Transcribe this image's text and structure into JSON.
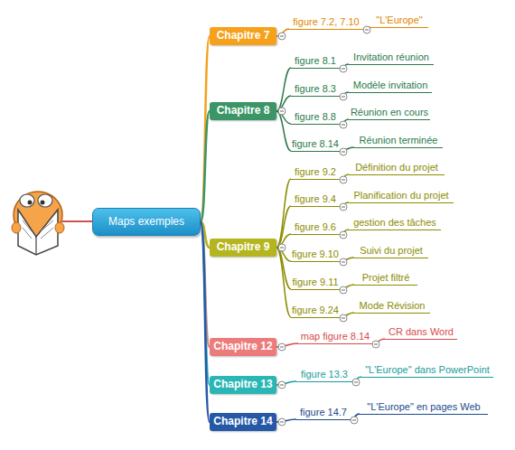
{
  "diagram": {
    "nodes": [
      {
        "text": [
          "Maps exemples"
        ]
      },
      {
        "text": [
          "Chapitre 7"
        ]
      },
      {
        "text": [
          "figure 7.2, 7.10"
        ]
      },
      {
        "text": [
          "\"L'Europe\""
        ]
      },
      {
        "text": [
          "Chapitre 8"
        ]
      },
      {
        "text": [
          "figure 8.1"
        ]
      },
      {
        "text": [
          "Invitation réunion"
        ]
      },
      {
        "text": [
          "figure 8.3"
        ]
      },
      {
        "text": [
          "Modèle invitation"
        ]
      },
      {
        "text": [
          "figure 8.8"
        ]
      },
      {
        "text": [
          "Réunion en cours"
        ]
      },
      {
        "text": [
          "figure 8.14"
        ]
      },
      {
        "text": [
          "Réunion terminée"
        ]
      },
      {
        "text": [
          "Chapitre 9"
        ]
      },
      {
        "text": [
          "figure 9.2"
        ]
      },
      {
        "text": [
          "Définition du projet"
        ]
      },
      {
        "text": [
          "figure 9.4"
        ]
      },
      {
        "text": [
          "Planification du projet"
        ]
      },
      {
        "text": [
          "figure 9.6"
        ]
      },
      {
        "text": [
          "gestion des tâches"
        ]
      },
      {
        "text": [
          "figure 9.10"
        ]
      },
      {
        "text": [
          "Suivi du projet"
        ]
      },
      {
        "text": [
          "figure 9.11"
        ]
      },
      {
        "text": [
          "Projet filtré"
        ]
      },
      {
        "text": [
          "figure 9.24"
        ]
      },
      {
        "text": [
          "Mode Révision"
        ]
      },
      {
        "text": [
          "Chapitre 12"
        ]
      },
      {
        "text": [
          "map figure 8.14"
        ]
      },
      {
        "text": [
          "CR dans Word"
        ]
      },
      {
        "text": [
          "Chapitre 13"
        ]
      },
      {
        "text": [
          "figure 13.3"
        ]
      },
      {
        "text": [
          "\"L'Europe\" dans PowerPoint"
        ]
      },
      {
        "text": [
          "Chapitre 14"
        ]
      },
      {
        "text": [
          "figure 14.7"
        ]
      },
      {
        "text": [
          "\"L'Europe\" en pages Web"
        ]
      }
    ],
    "edges": [
      {
        "from": 0,
        "to": 1,
        "arrow": "none"
      },
      {
        "from": 1,
        "to": 2,
        "arrow": "none"
      },
      {
        "from": 2,
        "to": 3,
        "arrow": "none"
      },
      {
        "from": 0,
        "to": 4,
        "arrow": "none"
      },
      {
        "from": 4,
        "to": 5,
        "arrow": "none"
      },
      {
        "from": 5,
        "to": 6,
        "arrow": "none"
      },
      {
        "from": 4,
        "to": 7,
        "arrow": "none"
      },
      {
        "from": 7,
        "to": 8,
        "arrow": "none"
      },
      {
        "from": 4,
        "to": 9,
        "arrow": "none"
      },
      {
        "from": 9,
        "to": 10,
        "arrow": "none"
      },
      {
        "from": 4,
        "to": 11,
        "arrow": "none"
      },
      {
        "from": 11,
        "to": 12,
        "arrow": "none"
      },
      {
        "from": 0,
        "to": 13,
        "arrow": "none"
      },
      {
        "from": 13,
        "to": 14,
        "arrow": "none"
      },
      {
        "from": 14,
        "to": 15,
        "arrow": "none"
      },
      {
        "from": 13,
        "to": 16,
        "arrow": "none"
      },
      {
        "from": 16,
        "to": 17,
        "arrow": "none"
      },
      {
        "from": 13,
        "to": 18,
        "arrow": "none"
      },
      {
        "from": 18,
        "to": 19,
        "arrow": "none"
      },
      {
        "from": 13,
        "to": 20,
        "arrow": "none"
      },
      {
        "from": 20,
        "to": 21,
        "arrow": "none"
      },
      {
        "from": 13,
        "to": 22,
        "arrow": "none"
      },
      {
        "from": 22,
        "to": 23,
        "arrow": "none"
      },
      {
        "from": 13,
        "to": 24,
        "arrow": "none"
      },
      {
        "from": 24,
        "to": 25,
        "arrow": "none"
      },
      {
        "from": 0,
        "to": 26,
        "arrow": "none"
      },
      {
        "from": 26,
        "to": 27,
        "arrow": "none"
      },
      {
        "from": 27,
        "to": 28,
        "arrow": "none"
      },
      {
        "from": 0,
        "to": 29,
        "arrow": "none"
      },
      {
        "from": 29,
        "to": 30,
        "arrow": "none"
      },
      {
        "from": 30,
        "to": 31,
        "arrow": "none"
      },
      {
        "from": 0,
        "to": 32,
        "arrow": "none"
      },
      {
        "from": 32,
        "to": 33,
        "arrow": "none"
      },
      {
        "from": 33,
        "to": 34,
        "arrow": "none"
      }
    ]
  }
}
